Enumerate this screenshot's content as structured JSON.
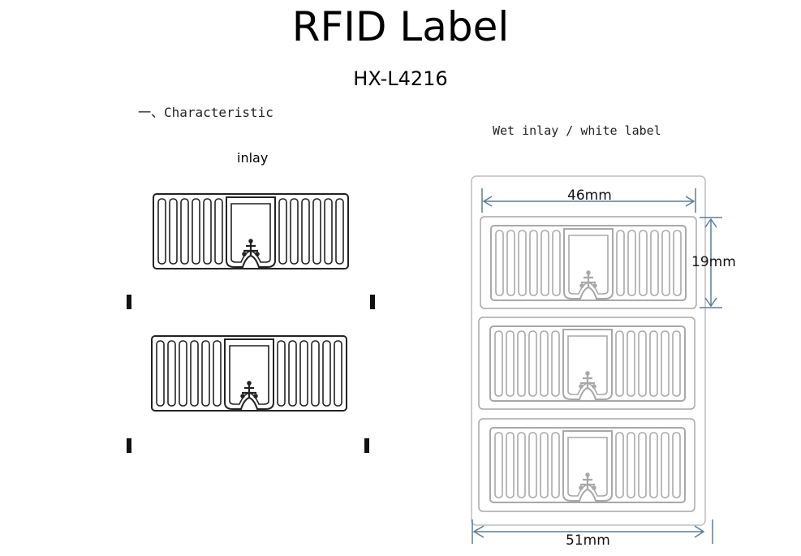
{
  "title": "RFID Label",
  "model": "HX-L4216",
  "section_heading": "一、Characteristic",
  "inlay_label": "inlay",
  "wet_inlay_label": "Wet inlay / white label",
  "dimensions": {
    "inlay_width": "46mm",
    "label_height": "19mm",
    "liner_width": "51mm"
  },
  "colors": {
    "inlay_stroke": "#222222",
    "label_stroke": "#a8a8a8",
    "arrow": "#5c7c99"
  }
}
